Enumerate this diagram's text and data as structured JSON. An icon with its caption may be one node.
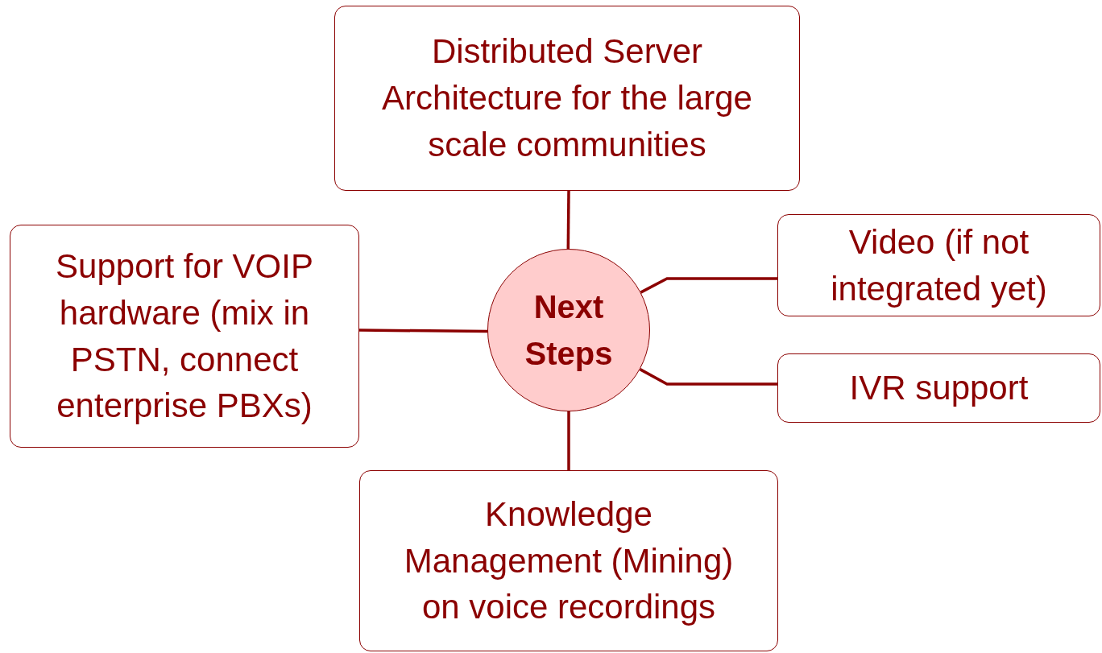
{
  "diagram": {
    "nodes": [
      {
        "text": [
          "Distributed Server Architecture for the large scale communities"
        ]
      },
      {
        "text": [
          "Support for VOIP hardware (mix in PSTN, connect enterprise PBXs)"
        ]
      },
      {
        "text": [
          "Next Steps"
        ]
      },
      {
        "text": [
          "Video (if not integrated yet)"
        ]
      },
      {
        "text": [
          "IVR support"
        ]
      },
      {
        "text": [
          "Knowledge Management (Mining) on voice recordings"
        ]
      }
    ],
    "edges": [
      {
        "from": 2,
        "to": 0,
        "arrow": "none"
      },
      {
        "from": 2,
        "to": 1,
        "arrow": "none"
      },
      {
        "from": 2,
        "to": 3,
        "arrow": "none"
      },
      {
        "from": 2,
        "to": 4,
        "arrow": "none"
      },
      {
        "from": 2,
        "to": 5,
        "arrow": "none"
      }
    ]
  }
}
